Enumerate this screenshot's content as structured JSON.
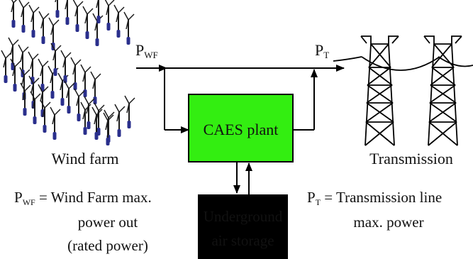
{
  "labels": {
    "p_wf_main": "P",
    "p_wf_sub": "WF",
    "p_t_main": "P",
    "p_t_sub": "T",
    "caes_plant": "CAES plant",
    "storage_line1": "Underground",
    "storage_line2": "air storage",
    "wind_farm": "Wind farm",
    "transmission": "Transmission",
    "pwf_def_p": "P",
    "pwf_def_sub": "WF",
    "pwf_def_rest": " = Wind Farm max.",
    "pwf_def_line2": "power out",
    "pwf_def_line3": "(rated power)",
    "pt_def_p": "P",
    "pt_def_sub": "T",
    "pt_def_rest": " = Transmission line",
    "pt_def_line2": "max. power"
  },
  "colors": {
    "caes_fill": "#33ee11",
    "storage_fill": "#000000",
    "storage_text": "#ffffff",
    "turbine_blue": "#2a2f8c",
    "line": "#000000"
  },
  "icons": {
    "wind_farm": "wind-turbine-icon",
    "transmission": "transmission-tower-icon"
  }
}
